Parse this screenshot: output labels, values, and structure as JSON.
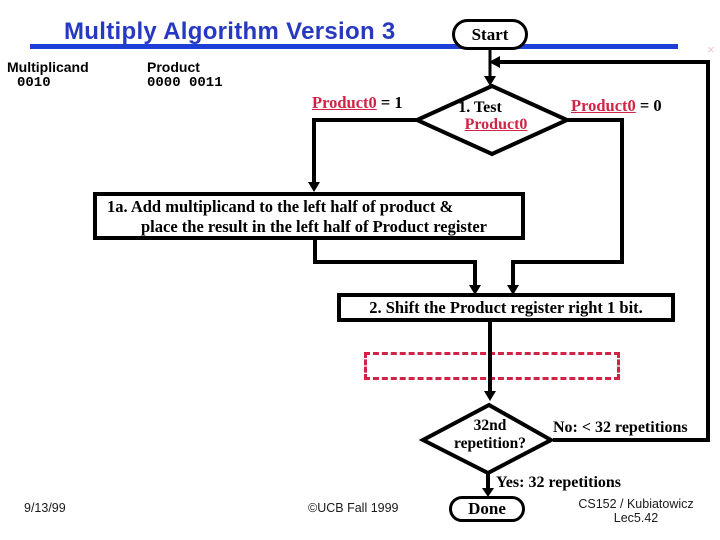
{
  "slide": {
    "title": "Multiply Algorithm Version 3",
    "registers": {
      "multiplicand_label": "Multiplicand",
      "multiplicand_value": "0010",
      "product_label": "Product",
      "product_value": "0000 0011"
    },
    "flowchart": {
      "start": "Start",
      "branch_left_var": "Product0",
      "branch_left_eq": " = 1",
      "branch_right_var": "Product0",
      "branch_right_eq": " = 0",
      "test_line1": "1. Test",
      "test_line2": "Product0",
      "box1a_line1": "1a. Add multiplicand to the left half of product &",
      "box1a_line2": "place the result in the left half of Product register",
      "box2": "2. Shift the Product register right 1 bit.",
      "repetition_line1": "32nd",
      "repetition_line2": "repetition?",
      "no_label": "No: < 32 repetitions",
      "yes_label": "Yes: 32 repetitions",
      "done": "Done",
      "artifact_mark": "×"
    },
    "footer": {
      "date": "9/13/99",
      "copyright": "©UCB Fall 1999",
      "course": "CS152 / Kubiatowicz",
      "lecture": "Lec5.42"
    },
    "colors": {
      "title_blue": "#2639c0",
      "rule_blue": "#1e3ed6",
      "accent_red": "#d02346"
    }
  }
}
